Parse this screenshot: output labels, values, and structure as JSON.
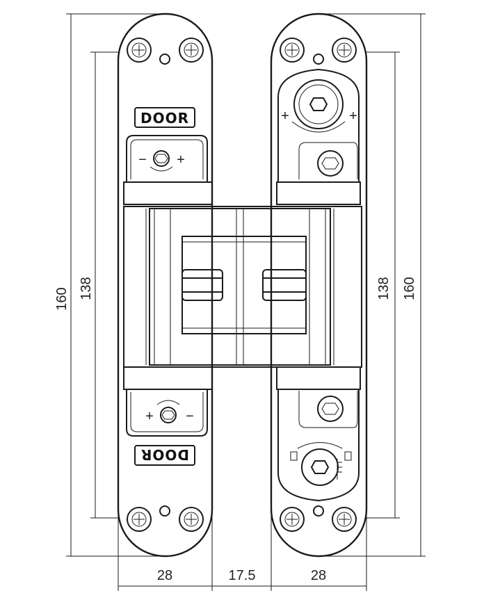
{
  "diagram": {
    "title_labels": {
      "door_top": "DOOR",
      "door_bottom": "DOOR"
    },
    "dimensions": {
      "left_overall_height": "160",
      "left_hole_spacing": "138",
      "right_hole_spacing": "138",
      "right_overall_height": "160",
      "left_plate_width": "28",
      "gap_width": "17.5",
      "right_plate_width": "28"
    },
    "symbols": {
      "plus": "+",
      "minus": "−"
    },
    "colors": {
      "line": "#1a1a1a",
      "background": "#ffffff"
    }
  }
}
